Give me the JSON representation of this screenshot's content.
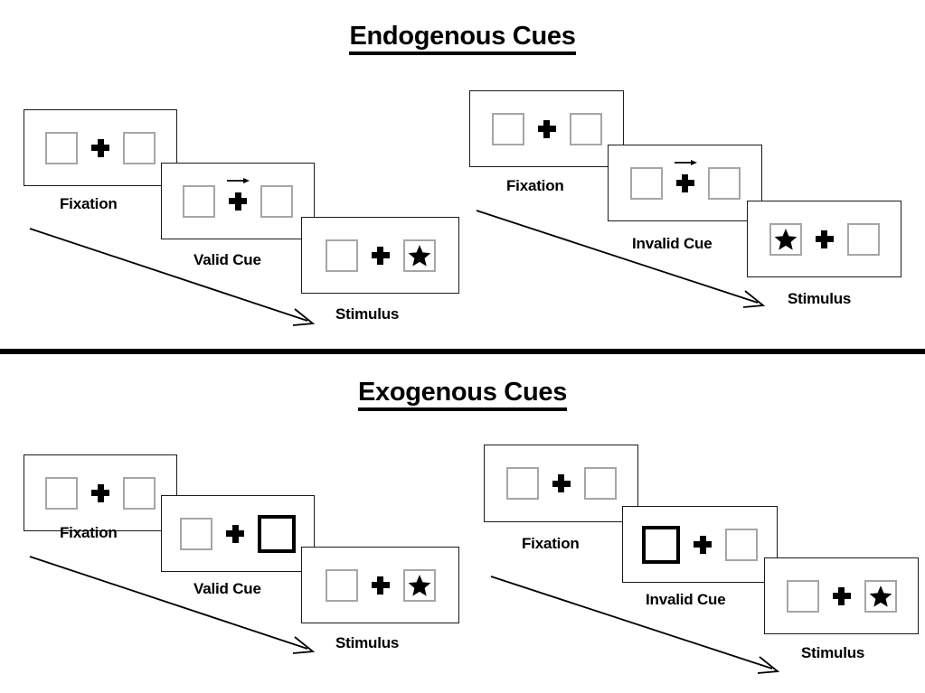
{
  "sections": [
    {
      "title": "Endogenous Cues",
      "cue_type": "arrow",
      "groups": [
        {
          "name": "valid",
          "cue_label": "Valid Cue",
          "panels": [
            {
              "caption": "Fixation",
              "cue": "none",
              "star": "none"
            },
            {
              "caption": "Valid Cue",
              "cue": "arrow-right",
              "star": "none"
            },
            {
              "caption": "Stimulus",
              "cue": "none",
              "star": "right"
            }
          ]
        },
        {
          "name": "invalid",
          "cue_label": "Invalid Cue",
          "panels": [
            {
              "caption": "Fixation",
              "cue": "none",
              "star": "none"
            },
            {
              "caption": "Invalid Cue",
              "cue": "arrow-right",
              "star": "none"
            },
            {
              "caption": "Stimulus",
              "cue": "none",
              "star": "left"
            }
          ]
        }
      ]
    },
    {
      "title": "Exogenous Cues",
      "cue_type": "box-flash",
      "groups": [
        {
          "name": "valid",
          "cue_label": "Valid Cue",
          "panels": [
            {
              "caption": "Fixation",
              "cue": "none",
              "star": "none"
            },
            {
              "caption": "Valid Cue",
              "cue": "box-right",
              "star": "none"
            },
            {
              "caption": "Stimulus",
              "cue": "none",
              "star": "right"
            }
          ]
        },
        {
          "name": "invalid",
          "cue_label": "Invalid Cue",
          "panels": [
            {
              "caption": "Fixation",
              "cue": "none",
              "star": "none"
            },
            {
              "caption": "Invalid Cue",
              "cue": "box-left",
              "star": "none"
            },
            {
              "caption": "Stimulus",
              "cue": "none",
              "star": "right"
            }
          ]
        }
      ]
    }
  ],
  "labels": {
    "endogenous_title": "Endogenous Cues",
    "exogenous_title": "Exogenous Cues",
    "fixation": "Fixation",
    "valid_cue": "Valid Cue",
    "invalid_cue": "Invalid Cue",
    "stimulus": "Stimulus"
  },
  "colors": {
    "background": "#ffffff",
    "panel_border": "#1a1a1a",
    "box_border": "#a6a6a6",
    "cued_box_border": "#000000",
    "star_fill": "#000000",
    "text": "#000000",
    "divider": "#000000"
  },
  "icons": {
    "star": "star-icon",
    "fixation_cross": "fixation-cross-icon",
    "cue_arrow": "arrow-right-icon",
    "flow_arrow": "flow-arrow-icon"
  }
}
